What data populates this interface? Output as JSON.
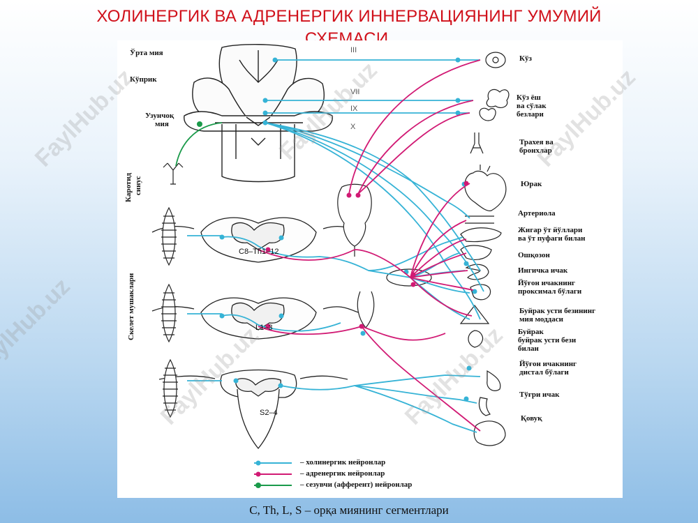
{
  "title": {
    "line1": "ХОЛИНЕРГИК ВА АДРЕНЕРГИК ИННЕРВАЦИЯНИНГ УМУМИЙ",
    "line2": "СХЕМАСИ."
  },
  "brain_labels": {
    "midbrain": "Ўрта мия",
    "pons": "Кўприк",
    "medulla_line1": "Узунчоқ",
    "medulla_line2": "мия",
    "carotid_line1": "Каротид",
    "carotid_line2": "синус",
    "skeletal_muscles": "Скелет мушаклари"
  },
  "nerves": {
    "n3": "III",
    "n7": "VII",
    "n9": "IX",
    "n10": "X"
  },
  "segments": {
    "cervical": "C8–Th1–12",
    "lumbar": "L1–3",
    "sacral": "S2–4"
  },
  "organs": [
    {
      "l1": "Кўз",
      "l2": "",
      "l3": ""
    },
    {
      "l1": "Кўз ёш",
      "l2": "ва сўлак",
      "l3": "безлари"
    },
    {
      "l1": "Трахея ва",
      "l2": "бронхлар",
      "l3": ""
    },
    {
      "l1": "Юрак",
      "l2": "",
      "l3": ""
    },
    {
      "l1": "Артериола",
      "l2": "",
      "l3": ""
    },
    {
      "l1": "Жигар ўт йўллари",
      "l2": "ва ўт пуфаги билан",
      "l3": ""
    },
    {
      "l1": "Ошқозон",
      "l2": "",
      "l3": ""
    },
    {
      "l1": "Ингичка ичак",
      "l2": "",
      "l3": ""
    },
    {
      "l1": "Йўғон ичакнинг",
      "l2": "проксимал бўлаги",
      "l3": ""
    },
    {
      "l1": "Буйрак усти безининг",
      "l2": "мия моддаси",
      "l3": ""
    },
    {
      "l1": "Буйрак",
      "l2": "буйрак усти бези",
      "l3": "билан"
    },
    {
      "l1": "Йўғон ичакнинг",
      "l2": "дистал бўлаги",
      "l3": ""
    },
    {
      "l1": "Тўғри ичак",
      "l2": "",
      "l3": ""
    },
    {
      "l1": "Қовуқ",
      "l2": "",
      "l3": ""
    }
  ],
  "legend": [
    {
      "text": "– холинергик нейронлар",
      "color": "#36b3d6"
    },
    {
      "text": "– адренергик нейронлар",
      "color": "#d11a74"
    },
    {
      "text": "– сезувчи (афферент) нейронлар",
      "color": "#1a9a4a"
    }
  ],
  "footnote": "C, Th, L, S – орқа миянинг сегментлари",
  "watermark": "FaylHub.uz",
  "colors": {
    "title": "#d0101a",
    "cholinergic": "#36b3d6",
    "adrenergic": "#d11a74",
    "afferent": "#1a9a4a"
  }
}
